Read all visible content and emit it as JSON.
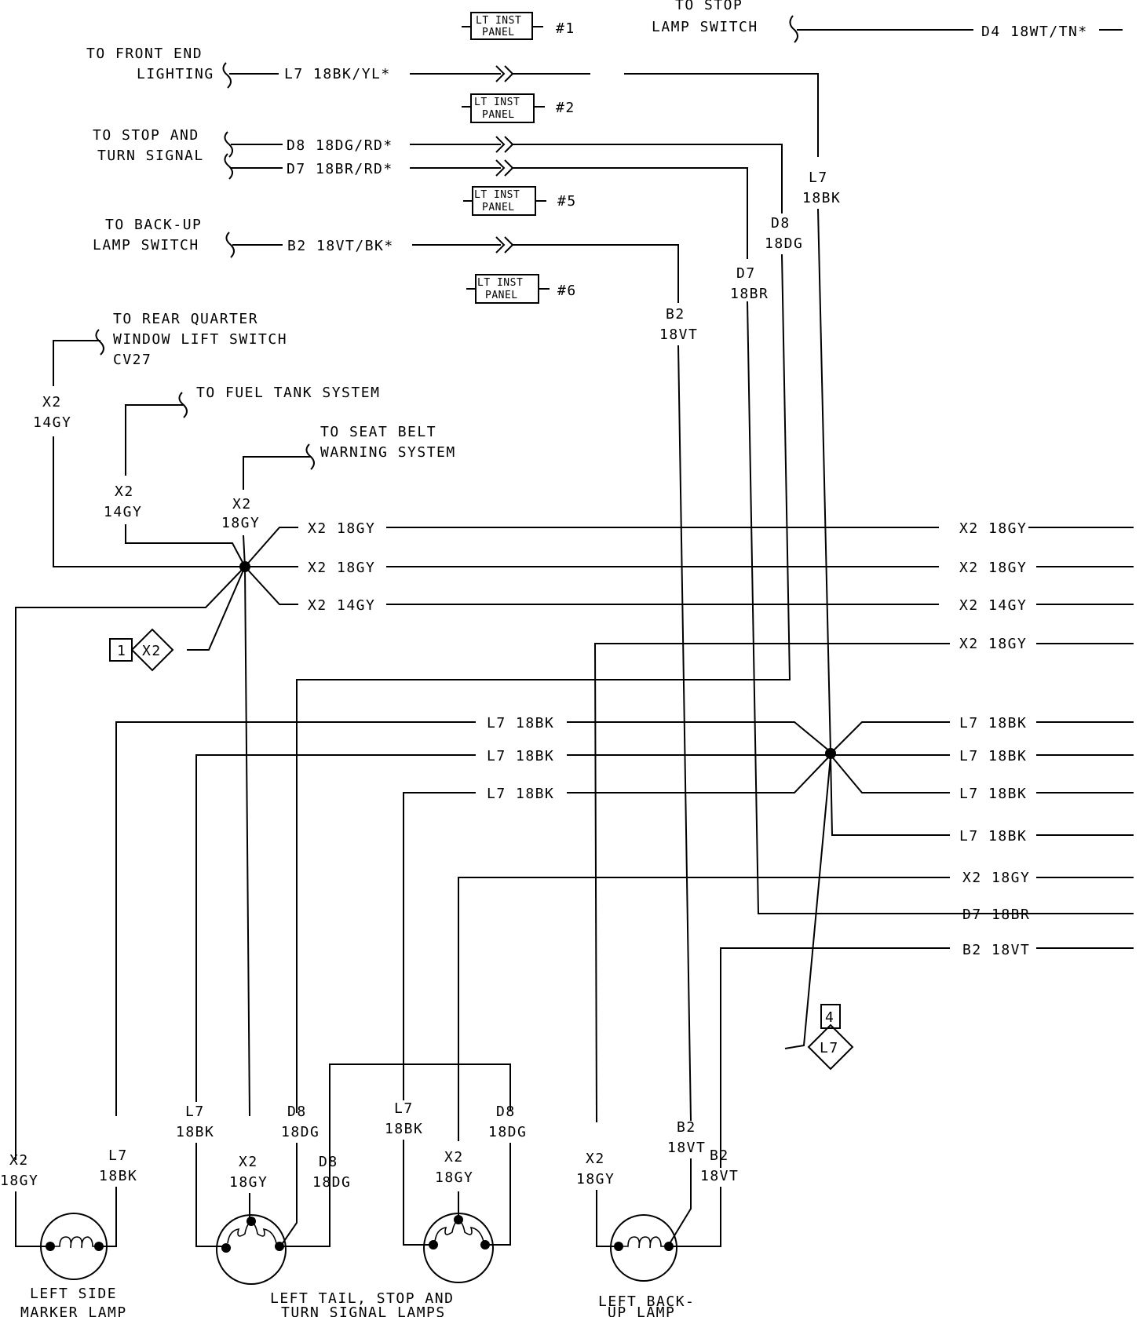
{
  "top": {
    "stop_lamp_switch": [
      "TO STOP",
      "LAMP SWITCH"
    ],
    "d4": "D4 18WT/TN*",
    "front_end": [
      "TO FRONT END",
      "LIGHTING"
    ],
    "l7_front": "L7 18BK/YL*",
    "stop_turn": [
      "TO STOP AND",
      "TURN SIGNAL"
    ],
    "d8": "D8 18DG/RD*",
    "d7": "D7 18BR/RD*",
    "backup_switch": [
      "TO BACK-UP",
      "LAMP SWITCH"
    ],
    "b2": "B2 18VT/BK*"
  },
  "connectors": [
    {
      "line1": "LT INST",
      "line2": "PANEL",
      "num": "#1"
    },
    {
      "line1": "LT INST",
      "line2": "PANEL",
      "num": "#2"
    },
    {
      "line1": "LT INST",
      "line2": "PANEL",
      "num": "#5"
    },
    {
      "line1": "LT INST",
      "line2": "PANEL",
      "num": "#6"
    }
  ],
  "vertical_labels": {
    "l7": [
      "L7",
      "18BK"
    ],
    "d8": [
      "D8",
      "18DG"
    ],
    "d7": [
      "D7",
      "18BR"
    ],
    "b2": [
      "B2",
      "18VT"
    ]
  },
  "left": {
    "rear_quarter": [
      "TO REAR QUARTER",
      "WINDOW LIFT SWITCH",
      "CV27"
    ],
    "fuel_tank": "TO FUEL TANK SYSTEM",
    "seat_belt": [
      "TO SEAT BELT",
      "WARNING SYSTEM"
    ],
    "x2_14gy_a": [
      "X2",
      "14GY"
    ],
    "x2_14gy_b": [
      "X2",
      "14GY"
    ],
    "x2_18gy_c": [
      "X2",
      "18GY"
    ],
    "splice_badge_num": "1",
    "splice_badge_label": "X2"
  },
  "splice_x2_wires": [
    "X2 18GY",
    "X2 18GY",
    "X2 14GY"
  ],
  "right_x2": [
    "X2 18GY",
    "X2 18GY",
    "X2 14GY",
    "X2 18GY"
  ],
  "l7_left_wires": [
    "L7 18BK",
    "L7 18BK",
    "L7 18BK"
  ],
  "right_l7": [
    "L7 18BK",
    "L7 18BK",
    "L7 18BK",
    "L7 18BK"
  ],
  "right_bottom": [
    "X2 18GY",
    "D7 18BR",
    "B2 18VT"
  ],
  "splice_l7_badge_num": "4",
  "splice_l7_badge_label": "L7",
  "lamp_wire_labels": {
    "side_x2": [
      "X2",
      "18GY"
    ],
    "side_l7": [
      "L7",
      "18BK"
    ],
    "tail1_l7": [
      "L7",
      "18BK"
    ],
    "tail1_x2": [
      "X2",
      "18GY"
    ],
    "tail1_d8": [
      "D8",
      "18DG"
    ],
    "tail1_d8b": [
      "D8",
      "18DG"
    ],
    "tail2_l7": [
      "L7",
      "18BK"
    ],
    "tail2_x2": [
      "X2",
      "18GY"
    ],
    "tail2_d8": [
      "D8",
      "18DG"
    ],
    "bu_x2": [
      "X2",
      "18GY"
    ],
    "bu_b2a": [
      "B2",
      "18VT"
    ],
    "bu_b2b": [
      "B2",
      "18VT"
    ]
  },
  "lamps": {
    "side_marker": [
      "LEFT SIDE",
      "MARKER LAMP"
    ],
    "tail_stop": [
      "LEFT TAIL, STOP AND",
      "TURN SIGNAL LAMPS"
    ],
    "backup": [
      "LEFT BACK-",
      "UP LAMP"
    ]
  }
}
